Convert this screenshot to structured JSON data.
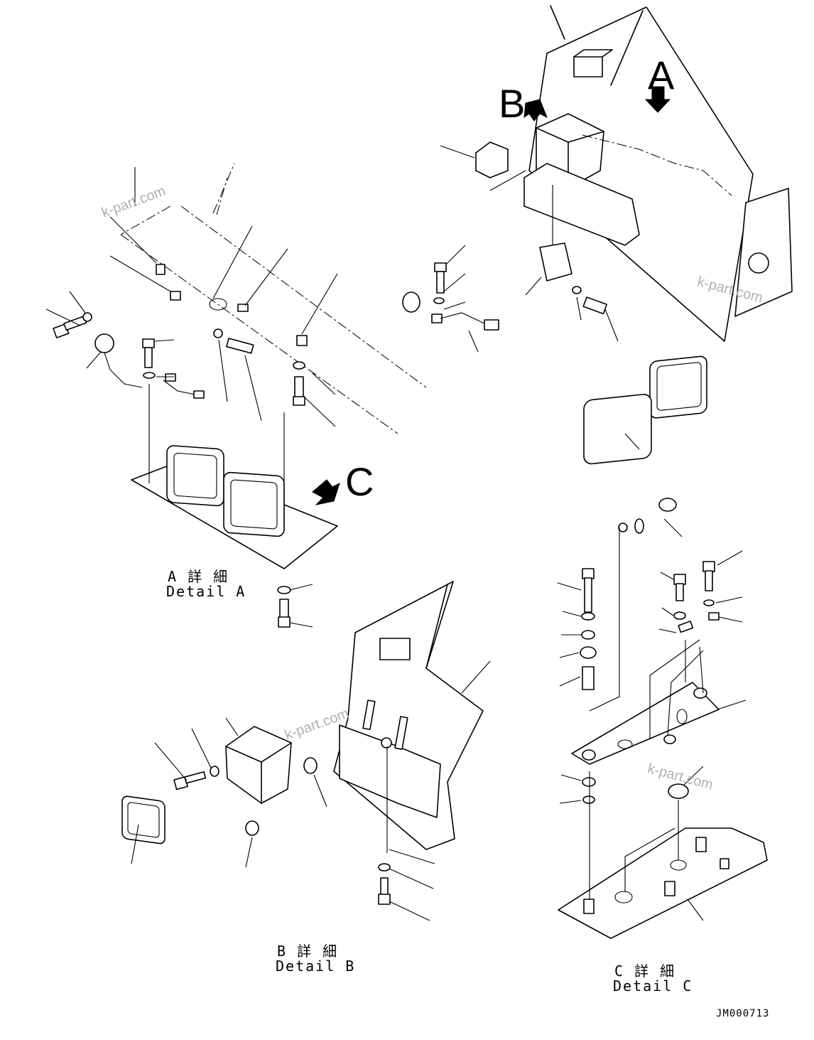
{
  "view_markers": {
    "a": "A",
    "b": "B",
    "c": "C"
  },
  "details": {
    "a": {
      "jp": "A 詳 細",
      "en": "Detail A"
    },
    "b": {
      "jp": "B 詳 細",
      "en": "Detail B"
    },
    "c": {
      "jp": "C 詳 細",
      "en": "Detail C"
    }
  },
  "watermark": "k-part.com",
  "drawing_code": "JM000713"
}
